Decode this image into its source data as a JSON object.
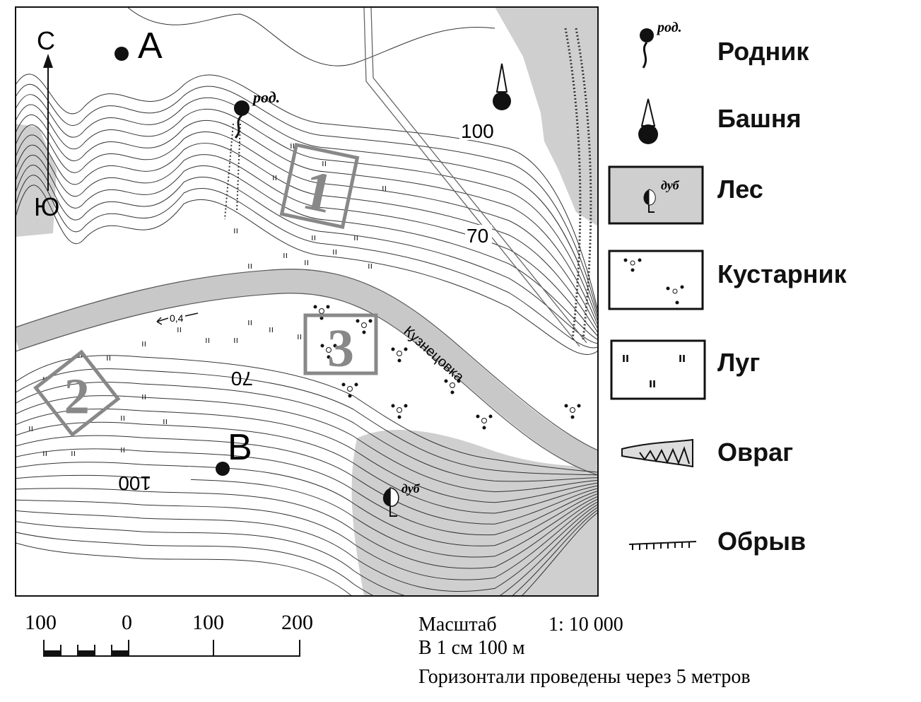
{
  "map": {
    "compass": {
      "north": "С",
      "south": "Ю"
    },
    "points": {
      "a": "A",
      "b": "B"
    },
    "spring_label": "род.",
    "contour_labels": {
      "top_100": "100",
      "top_70": "70",
      "bottom_70": "70",
      "bottom_100": "100"
    },
    "river_name": "Кузнецовка",
    "river_speed": "0,4",
    "oak_label": "дуб",
    "areas": [
      "1",
      "2",
      "3"
    ],
    "colors": {
      "forest": "#cfcfcf",
      "river": "#cccccc",
      "frame": "#888888"
    }
  },
  "legend": [
    {
      "icon": "spring-icon",
      "label": "Родник",
      "sublabel": "род."
    },
    {
      "icon": "tower-icon",
      "label": "Башня"
    },
    {
      "icon": "forest-icon",
      "label": "Лес",
      "sublabel": "дуб"
    },
    {
      "icon": "shrub-icon",
      "label": "Кустарник"
    },
    {
      "icon": "meadow-icon",
      "label": "Луг"
    },
    {
      "icon": "ravine-icon",
      "label": "Овраг"
    },
    {
      "icon": "cliff-icon",
      "label": "Обрыв"
    }
  ],
  "scale": {
    "ticks": [
      "100",
      "0",
      "100",
      "200"
    ],
    "title": "Масштаб",
    "ratio": "1: 10 000",
    "per_cm": "В 1 см 100 м",
    "contour_note": "Горизонтали проведены через 5 метров"
  }
}
